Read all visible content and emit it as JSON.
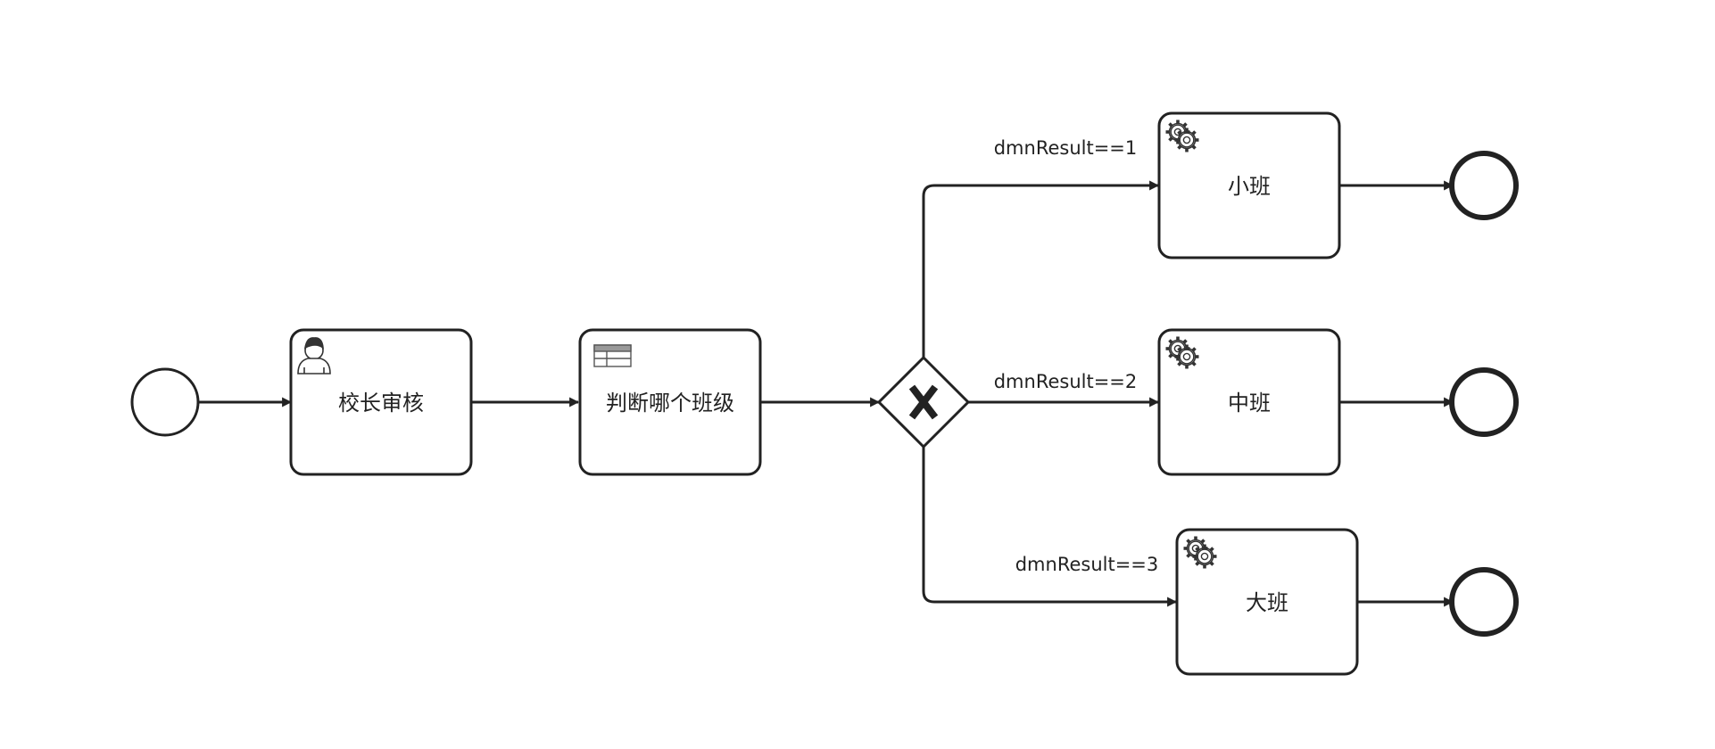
{
  "diagram": {
    "colors": {
      "stroke": "#222222",
      "fill": "#ffffff",
      "icon": "#444444"
    },
    "start_event": {
      "icon": "start-event-circle"
    },
    "tasks": {
      "principal_review": {
        "label": "校长审核",
        "icon": "user-icon"
      },
      "decide_class": {
        "label": "判断哪个班级",
        "icon": "business-rule-table-icon"
      },
      "small_class": {
        "label": "小班",
        "icon": "gear-icon"
      },
      "middle_class": {
        "label": "中班",
        "icon": "gear-icon"
      },
      "large_class": {
        "label": "大班",
        "icon": "gear-icon"
      }
    },
    "gateway": {
      "type": "exclusive",
      "icon": "x-icon"
    },
    "flows": {
      "to_small": {
        "condition": "dmnResult==1"
      },
      "to_middle": {
        "condition": "dmnResult==2"
      },
      "to_large": {
        "condition": "dmnResult==3"
      }
    },
    "end_events": {
      "icon": "end-event-circle"
    }
  }
}
